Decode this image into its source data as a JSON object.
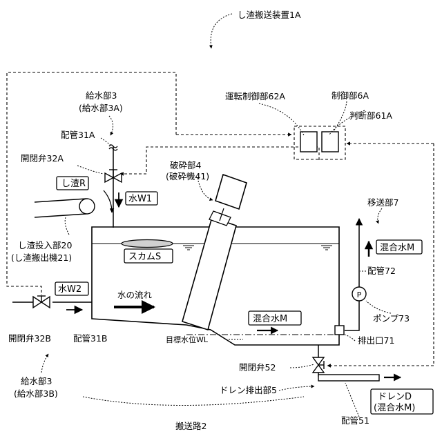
{
  "figure": {
    "apparatus_label": "し渣搬送装置1A",
    "water_supply_top": "給水部3",
    "water_supply_top_sub": "(給水部3A)",
    "pipe_31a": "配管31A",
    "valve_32a": "開閉弁32A",
    "sludge_box": "し渣R",
    "water_w1": "水W1",
    "crusher": "破砕部4",
    "crusher_sub": "(破砕機41)",
    "control_62a": "運転制御部62A",
    "control_6a": "制御部6A",
    "judge_61a": "判断部61A",
    "transfer_7": "移送部7",
    "mixed_water_top": "混合水M",
    "pipe_72": "配管72",
    "scum": "スカムS",
    "pump_mark": "P",
    "pump_73": "ポンプ73",
    "water_w2": "水W2",
    "water_flow": "水の流れ",
    "mixed_water_mid": "混合水M",
    "input_20": "し渣投入部20",
    "input_20_sub": "(し渣搬出機21)",
    "valve_32b": "開閉弁32B",
    "pipe_31b": "配管31B",
    "target_level": "目標水位WL",
    "outlet_71": "排出口71",
    "valve_52": "開閉弁52",
    "drain_5": "ドレン排出部5",
    "drain_d": "ドレンD",
    "drain_d_sub": "(混合水M)",
    "water_supply_bottom": "給水部3",
    "water_supply_bottom_sub": "(給水部3B)",
    "pipe_51": "配管51",
    "path_2": "搬送路2"
  }
}
